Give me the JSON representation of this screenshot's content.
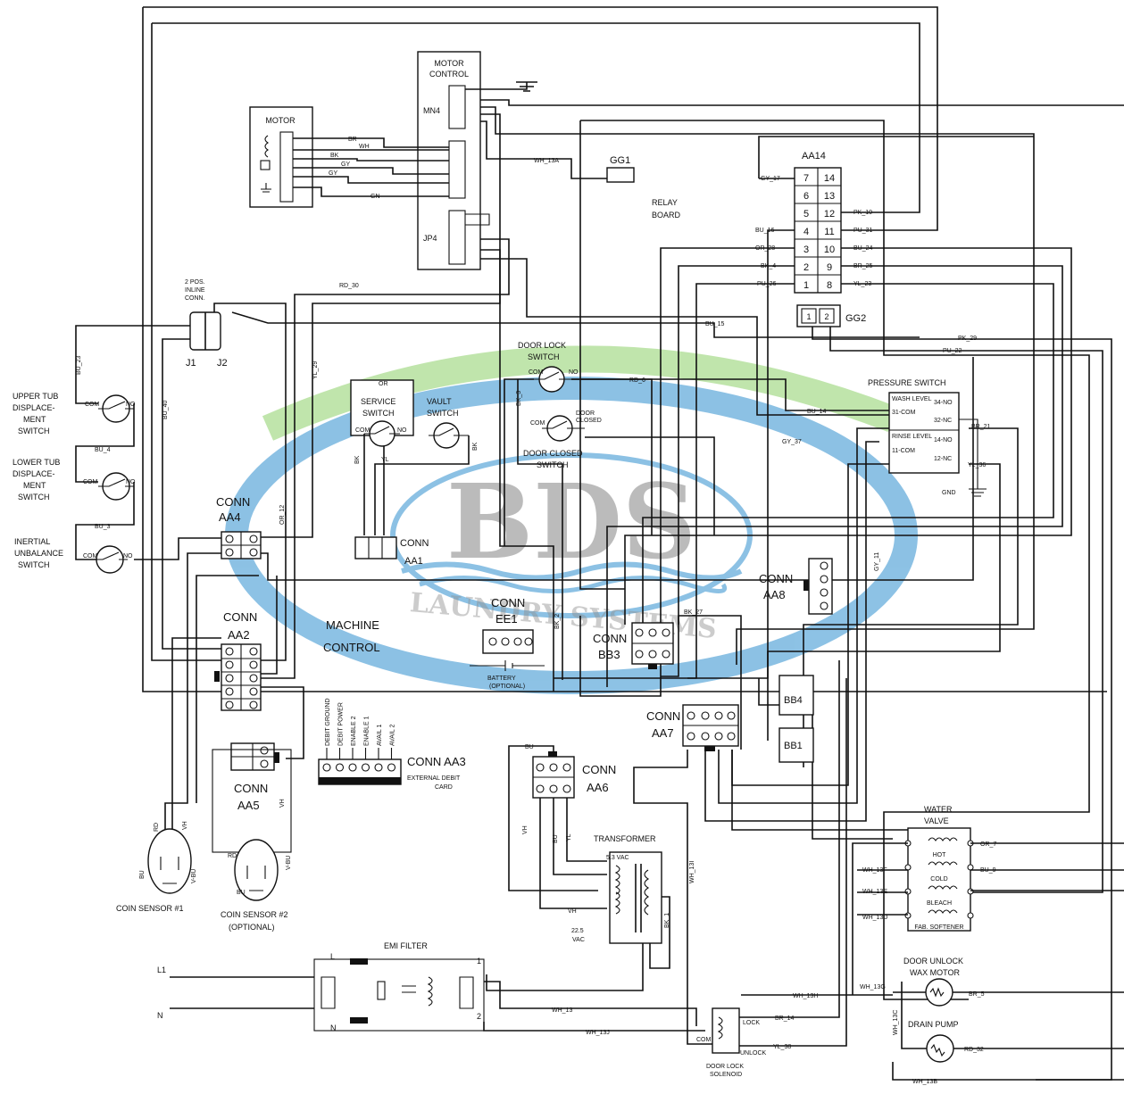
{
  "watermark": {
    "logo": "BDS",
    "tagline": "LAUNDRY SYSTEMS",
    "blue": "#2f8fcf",
    "green": "#8ed16a"
  },
  "labels": {
    "motor_control": [
      "MOTOR",
      "CONTROL"
    ],
    "mn4": "MN4",
    "jp4": "JP4",
    "motor": "MOTOR",
    "gg1": "GG1",
    "gg2": "GG2",
    "relay_board": [
      "RELAY",
      "BOARD"
    ],
    "aa14": "AA14",
    "inline_conn": [
      "2 POS.",
      "INLINE",
      "CONN."
    ],
    "j1": "J1",
    "j2": "J2",
    "upper_tub": [
      "UPPER TUB",
      "DISPLACE-",
      "MENT",
      "SWITCH"
    ],
    "lower_tub": [
      "LOWER TUB",
      "DISPLACE-",
      "MENT",
      "SWITCH"
    ],
    "inertial": [
      "INERTIAL",
      "UNBALANCE",
      "SWITCH"
    ],
    "service_switch": [
      "SERVICE",
      "SWITCH"
    ],
    "vault_switch": [
      "VAULT",
      "SWITCH"
    ],
    "door_lock_switch": [
      "DOOR LOCK",
      "SWITCH"
    ],
    "door_closed_switch": [
      "DOOR CLOSED",
      "SWITCH"
    ],
    "door_closed_small": [
      "DOOR",
      "CLOSED"
    ],
    "pressure_switch": "PRESSURE SWITCH",
    "wash_level": "WASH LEVEL",
    "rinse_level": "RINSE LEVEL",
    "gnd": "GND",
    "conn_aa4": [
      "CONN",
      "AA4"
    ],
    "conn_aa1": [
      "CONN",
      "AA1"
    ],
    "conn_aa2": [
      "CONN",
      "AA2"
    ],
    "conn_aa5": [
      "CONN",
      "AA5"
    ],
    "conn_ee1": [
      "CONN",
      "EE1"
    ],
    "conn_bb3": [
      "CONN",
      "BB3"
    ],
    "conn_aa8": [
      "CONN",
      "AA8"
    ],
    "conn_aa7": [
      "CONN",
      "AA7"
    ],
    "conn_aa6": [
      "CONN",
      "AA6"
    ],
    "conn_aa3": "CONN AA3",
    "external_debit": [
      "EXTERNAL DEBIT",
      "CARD"
    ],
    "debit_pins": [
      "DEBIT GROUND",
      "DEBIT POWER",
      "ENABLE 2",
      "ENABLE 1",
      "AVAIL 1",
      "AVAIL 2"
    ],
    "machine_control": [
      "MACHINE",
      "CONTROL"
    ],
    "battery": [
      "BATTERY",
      "(OPTIONAL)"
    ],
    "bb4": "BB4",
    "bb1": "BB1",
    "transformer": "TRANSFORMER",
    "vac53": "5.3 VAC",
    "vac225": [
      "22.5",
      "VAC"
    ],
    "coin1": "COIN SENSOR #1",
    "coin2": [
      "COIN SENSOR #2",
      "(OPTIONAL)"
    ],
    "emi_filter": "EMI FILTER",
    "l1": "L1",
    "n": "N",
    "emi_l": "L",
    "emi_n": "N",
    "emi_1": "1",
    "emi_2": "2",
    "water_valve": [
      "WATER",
      "VALVE"
    ],
    "valves": [
      "HOT",
      "COLD",
      "BLEACH",
      "FAB. SOFTENER"
    ],
    "door_unlock_wax": [
      "DOOR UNLOCK",
      "WAX MOTOR"
    ],
    "drain_pump": "DRAIN PUMP",
    "door_lock_solenoid": [
      "DOOR LOCK",
      "SOLENOID"
    ],
    "lock": "LOCK",
    "unlock": "UNLOCK",
    "com": "COM",
    "no": "NO",
    "or_small": "OR"
  },
  "wires": {
    "br": "BR",
    "wh": "WH",
    "bk": "BK",
    "gy": "GY",
    "gn": "GN",
    "wh_13a": "WH_13A",
    "gy_17": "GY_17",
    "pk_10": "PK_10",
    "pu_31": "PU_31",
    "bu_16": "BU_16",
    "or_28": "OR_28",
    "bu_24": "BU_24",
    "bk_4": "BK_4",
    "br_25": "BR_25",
    "pu_26": "PU_26",
    "yl_23": "YL_23",
    "rd_30": "RD_30",
    "bu_15": "BU_15",
    "pk_29": "PK_29",
    "pu_22": "PU_22",
    "bu_23": "BU_23",
    "bu_40": "BU_40",
    "yl_29": "YL_29",
    "or_12": "OR_12",
    "bu_4": "BU_4",
    "bu_3": "BU_3",
    "rd_6": "RD_6",
    "bk_3": "BK_3",
    "bu_14": "BU_14",
    "br_21": "BR_21",
    "gy_37": "GY_37",
    "yl_36": "YL_36",
    "gy_11": "GY_11",
    "bk_27": "BK_27",
    "bk_2": "BK_2",
    "wh_131": "WH_13J",
    "wh_13": "WH_13",
    "wh_13l": "WH_13I",
    "bk_1": "BK_1",
    "bu": "BU",
    "vh": "VH",
    "yl": "YL",
    "rd": "RD",
    "v_bu": "V-BU",
    "or_7": "OR_7",
    "bu_9": "BU_9",
    "wh_13f": "WH_13F",
    "wh_13e": "WH_13E",
    "wh_13d": "WH_13D",
    "wh_13g": "WH_13G",
    "wh_13h": "WH_13H",
    "wh_13c": "WH_13C",
    "wh_13b": "WH_13B",
    "br_5": "BR_5",
    "rd_32": "RD_32",
    "br_14": "BR_14",
    "yl_38": "YL_38",
    "ms_34": "34-NO",
    "ms_32": "32-NC",
    "ms_14": "14-NO",
    "ms_12": "12-NC",
    "ms_31": "31-COM",
    "ms_11": "11-COM"
  },
  "aa14_pins": {
    "left": [
      "7",
      "6",
      "5",
      "4",
      "3",
      "2",
      "1"
    ],
    "right": [
      "14",
      "13",
      "12",
      "11",
      "10",
      "9",
      "8"
    ]
  },
  "gg2_pins": [
    "1",
    "2"
  ]
}
